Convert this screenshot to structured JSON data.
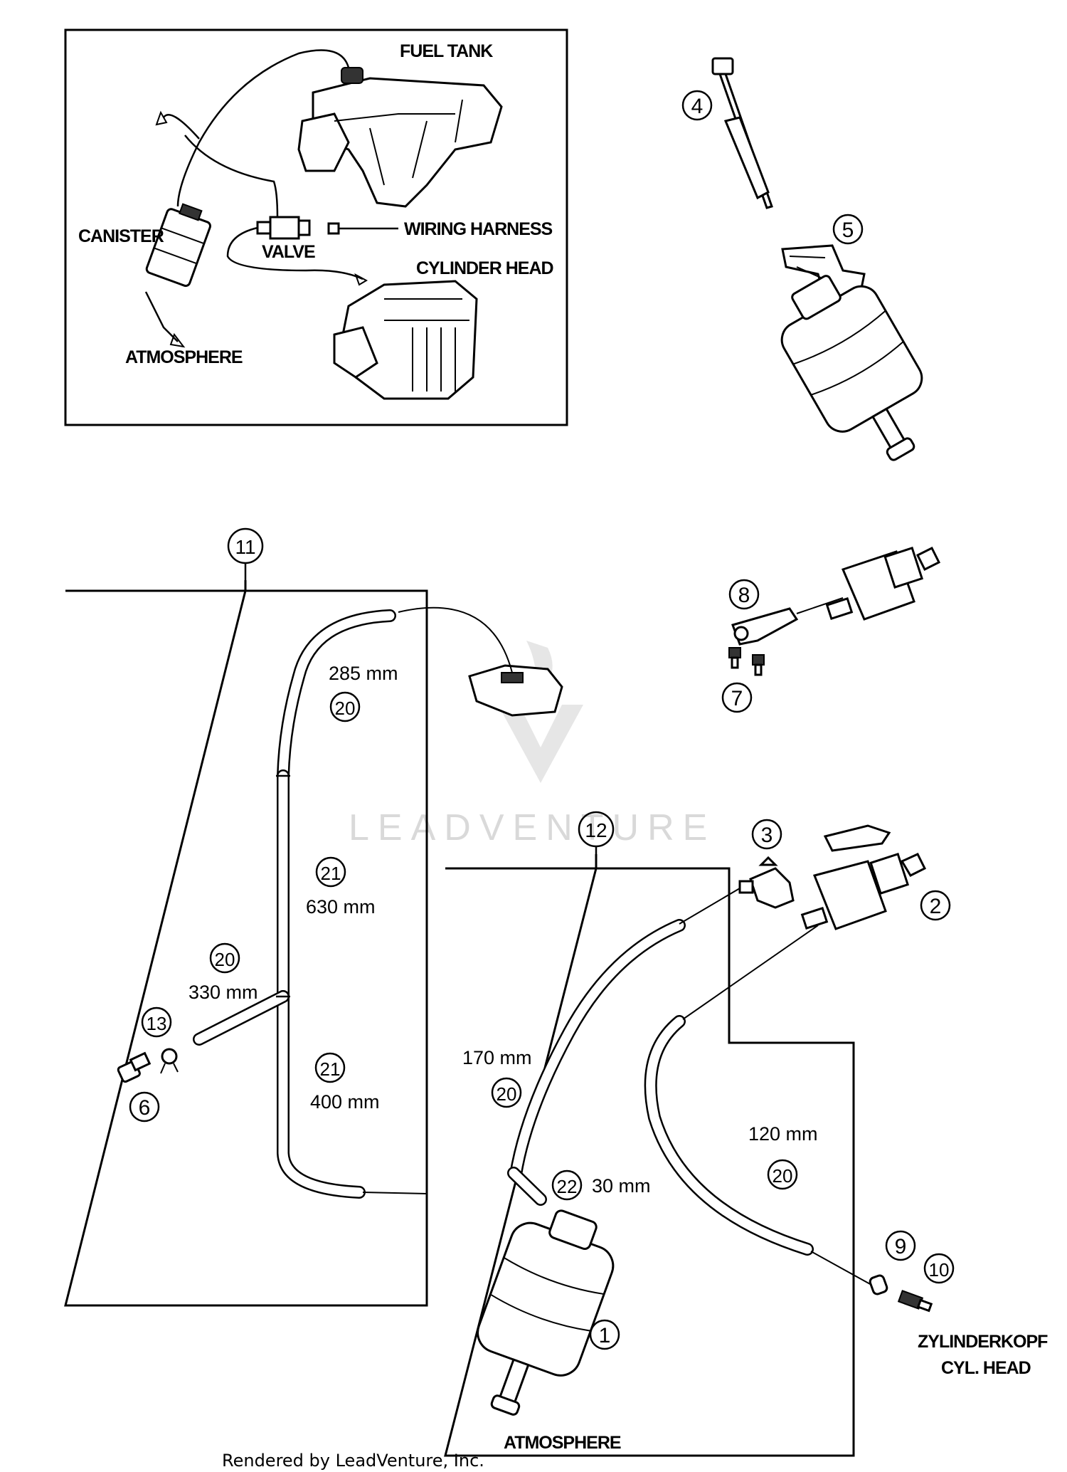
{
  "inset": {
    "fuel_tank": "FUEL TANK",
    "canister": "CANISTER",
    "valve": "VALVE",
    "wiring_harness": "WIRING HARNESS",
    "cylinder_head": "CYLINDER HEAD",
    "atmosphere": "ATMOSPHERE"
  },
  "callouts": {
    "c1": "1",
    "c2": "2",
    "c3": "3",
    "c4": "4",
    "c5": "5",
    "c6": "6",
    "c7": "7",
    "c8": "8",
    "c9": "9",
    "c10": "10",
    "c11": "11",
    "c12": "12",
    "c13": "13",
    "c20a": "20",
    "c20b": "20",
    "c20c": "20",
    "c20d": "20",
    "c21a": "21",
    "c21b": "21",
    "c22": "22"
  },
  "measurements": {
    "m285": "285 mm",
    "m630": "630 mm",
    "m330": "330 mm",
    "m400": "400 mm",
    "m170": "170 mm",
    "m120": "120 mm",
    "m30": "30 mm"
  },
  "labels": {
    "zylinderkopf": "ZYLINDERKOPF",
    "cyl_head": "CYL. HEAD",
    "atmosphere_bottom": "ATMOSPHERE"
  },
  "watermark": "LEADVENTURE",
  "credit": "Rendered by LeadVenture, Inc."
}
